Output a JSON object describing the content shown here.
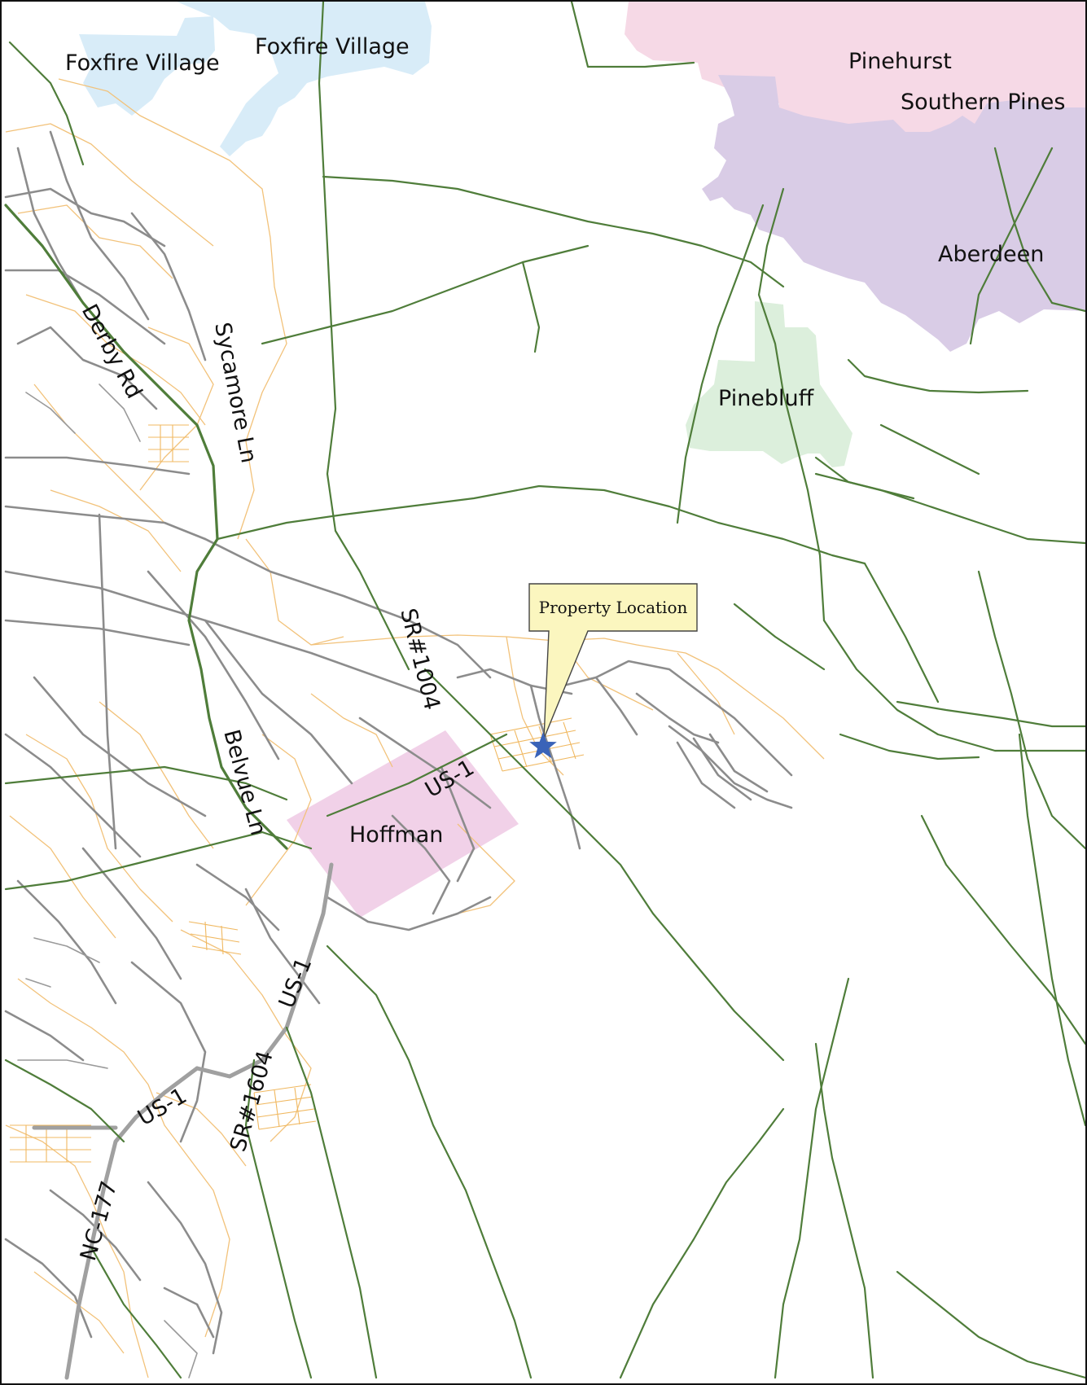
{
  "map": {
    "places": [
      {
        "id": "foxfire-village-west",
        "label": "Foxfire Village",
        "fill": "#d8ecf8"
      },
      {
        "id": "foxfire-village-east",
        "label": "Foxfire Village",
        "fill": "#d8ecf8"
      },
      {
        "id": "pinehurst",
        "label": "Pinehurst",
        "fill": "#f6d9e6"
      },
      {
        "id": "southern-pines",
        "label": "Southern Pines",
        "fill": "#d9cce6"
      },
      {
        "id": "aberdeen",
        "label": "Aberdeen",
        "fill": "#d9cce6"
      },
      {
        "id": "pinebluff",
        "label": "Pinebluff",
        "fill": "#dcefdc"
      },
      {
        "id": "hoffman",
        "label": "Hoffman",
        "fill": "#eec9e4"
      }
    ],
    "roads": [
      {
        "id": "derby-rd",
        "label": "Derby Rd"
      },
      {
        "id": "sycamore-ln",
        "label": "Sycamore Ln"
      },
      {
        "id": "sr-1004",
        "label": "SR#1004"
      },
      {
        "id": "us-1-north",
        "label": "US-1"
      },
      {
        "id": "belvue-ln",
        "label": "Belvue Ln"
      },
      {
        "id": "us-1-middle",
        "label": "US-1"
      },
      {
        "id": "sr-1604",
        "label": "SR#1604"
      },
      {
        "id": "us-1-south",
        "label": "US-1"
      },
      {
        "id": "nc-177",
        "label": "NC-177"
      }
    ],
    "callout": {
      "label": "Property Location",
      "fill": "#fbf6bf",
      "marker": "star-icon",
      "marker_color": "#3a63b8"
    },
    "colors": {
      "major_road": "#4f7d3a",
      "local_road": "#8c8c8c",
      "parcel_line": "#f2c27a"
    }
  }
}
